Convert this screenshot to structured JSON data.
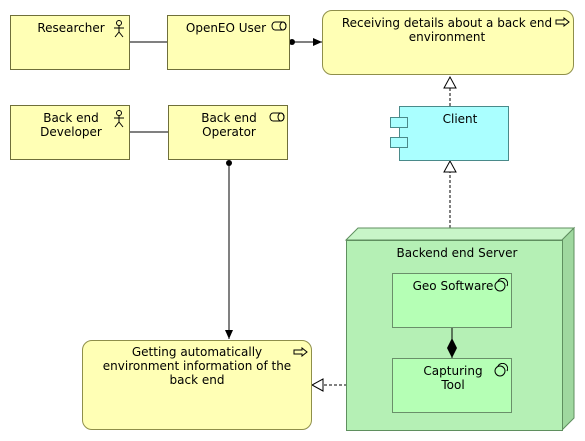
{
  "elements": {
    "researcher": "Researcher",
    "openeo_user": "OpenEO User",
    "service_receiving": "Receiving details about a back end environment",
    "backend_developer": "Back end\nDeveloper",
    "backend_operator": "Back end\nOperator",
    "client": "Client",
    "node": "Backend end Server",
    "geo_software": "Geo Software",
    "capturing_tool": "Capturing\nTool",
    "service_getting": "Getting automatically\nenvironment information of the\nback end"
  },
  "colors": {
    "business": "#ffffb5",
    "application": "#aaffff",
    "technology_node": "#b5f0b5"
  }
}
